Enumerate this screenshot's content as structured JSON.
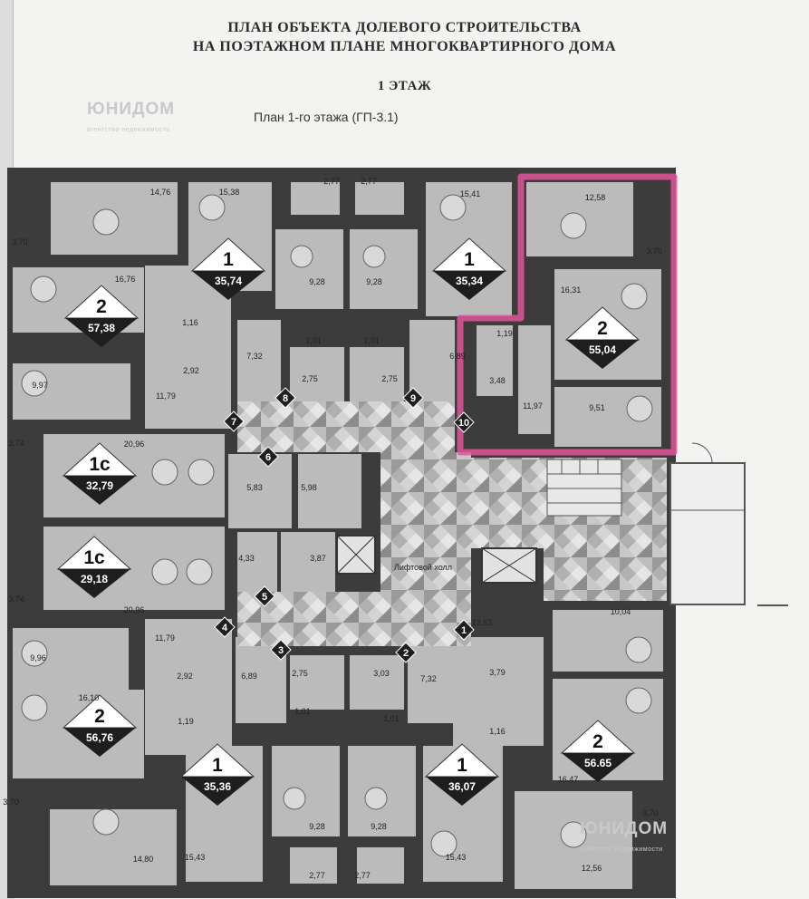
{
  "header": {
    "title_line1": "ПЛАН ОБЪЕКТА ДОЛЕВОГО СТРОИТЕЛЬСТВА",
    "title_line2": "НА ПОЭТАЖНОМ ПЛАНЕ МНОГОКВАРТИРНОГО ДОМА",
    "floor": "1 ЭТАЖ",
    "subtitle": "План 1-го этажа (ГП-3.1)"
  },
  "watermark": {
    "brand": "ЮНИДОМ",
    "tagline": "агентство недвижимости"
  },
  "colors": {
    "highlight": "#e0559a",
    "wall": "#3a3a3a",
    "room": "#b9b9b9",
    "tile": "#d6d6d6",
    "paper": "#f3f3f1"
  },
  "corridor_label": "Лифтовой холл",
  "apartments": [
    {
      "rooms": "1",
      "area": "35,74"
    },
    {
      "rooms": "1",
      "area": "35,34"
    },
    {
      "rooms": "2",
      "area": "57,38"
    },
    {
      "rooms": "2",
      "area": "55,04"
    },
    {
      "rooms": "1с",
      "area": "32,79"
    },
    {
      "rooms": "1с",
      "area": "29,18"
    },
    {
      "rooms": "2",
      "area": "56,76"
    },
    {
      "rooms": "2",
      "area": "56.65"
    },
    {
      "rooms": "1",
      "area": "35,36"
    },
    {
      "rooms": "1",
      "area": "36,07"
    }
  ],
  "entrances": [
    "1",
    "2",
    "3",
    "4",
    "5",
    "6",
    "7",
    "8",
    "9",
    "10"
  ],
  "room_areas": [
    "14,76",
    "15,38",
    "2,77",
    "2,77",
    "15,41",
    "12,58",
    "3,70",
    "3,70",
    "16,76",
    "9,28",
    "9,28",
    "16,31",
    "1,16",
    "1,01",
    "1,01",
    "1,19",
    "7,32",
    "6,89",
    "2,92",
    "2,75",
    "2,75",
    "3,48",
    "11,97",
    "9,51",
    "9,97",
    "11,79",
    "20,96",
    "3,74",
    "5,83",
    "5,98",
    "4,33",
    "3,87",
    "20,96",
    "3,74",
    "11,79",
    "12,63",
    "10,04",
    "9,96",
    "2,92",
    "6,89",
    "2,75",
    "3,03",
    "7,32",
    "3,79",
    "16,10",
    "1,19",
    "1,01",
    "1,01",
    "1,16",
    "16,47",
    "3,70",
    "9,28",
    "9,28",
    "3,70",
    "14,80",
    "15,43",
    "2,77",
    "2,77",
    "15,43",
    "12,56"
  ]
}
